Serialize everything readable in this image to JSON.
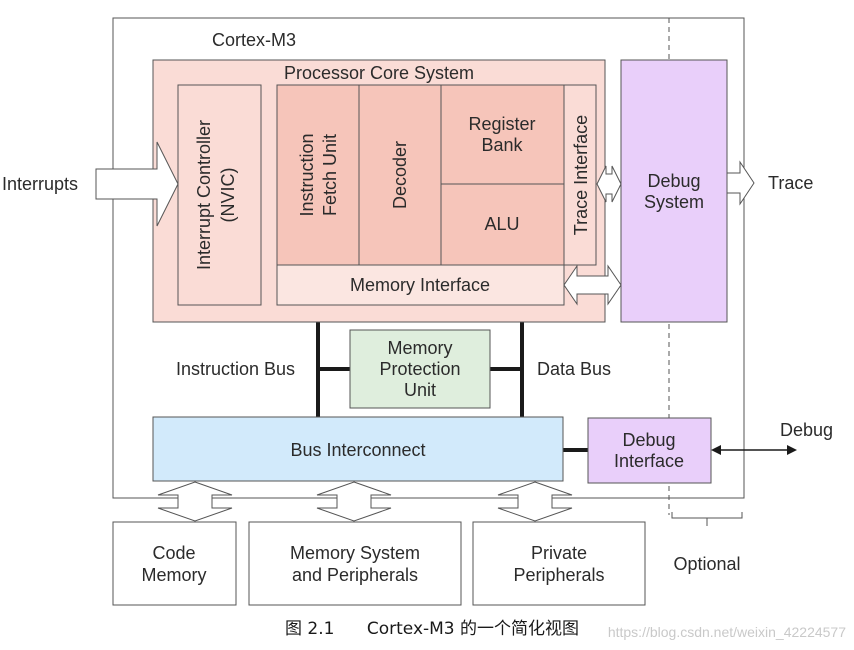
{
  "diagram": {
    "cortex_label": "Cortex-M3",
    "processor_core_label": "Processor Core System",
    "nvic_line1": "Interrupt Controller",
    "nvic_line2": "(NVIC)",
    "ifu_line1": "Instruction",
    "ifu_line2": "Fetch Unit",
    "decoder_label": "Decoder",
    "register_bank_line1": "Register",
    "register_bank_line2": "Bank",
    "alu_label": "ALU",
    "trace_interface_label": "Trace Interface",
    "memory_interface_label": "Memory Interface",
    "debug_system_line1": "Debug",
    "debug_system_line2": "System",
    "interrupts_label": "Interrupts",
    "trace_label": "Trace",
    "mpu_line1": "Memory",
    "mpu_line2": "Protection",
    "mpu_line3": "Unit",
    "instruction_bus_label": "Instruction Bus",
    "data_bus_label": "Data Bus",
    "bus_interconnect_label": "Bus Interconnect",
    "debug_interface_line1": "Debug",
    "debug_interface_line2": "Interface",
    "debug_label": "Debug",
    "code_memory_line1": "Code",
    "code_memory_line2": "Memory",
    "memory_system_line1": "Memory System",
    "memory_system_line2": "and Peripherals",
    "private_peripherals_line1": "Private",
    "private_peripherals_line2": "Peripherals",
    "optional_label": "Optional",
    "caption": "图 2.1      Cortex-M3 的一个简化视图",
    "watermark": "https://blog.csdn.net/weixin_42224577"
  },
  "colors": {
    "core_fill": "#fadcd6",
    "unit_fill": "#f6c5ba",
    "mem_if_fill": "#fbe6e1",
    "debug_fill": "#e9cffa",
    "bus_fill": "#d2eafb",
    "mpu_fill": "#dfeedd"
  }
}
